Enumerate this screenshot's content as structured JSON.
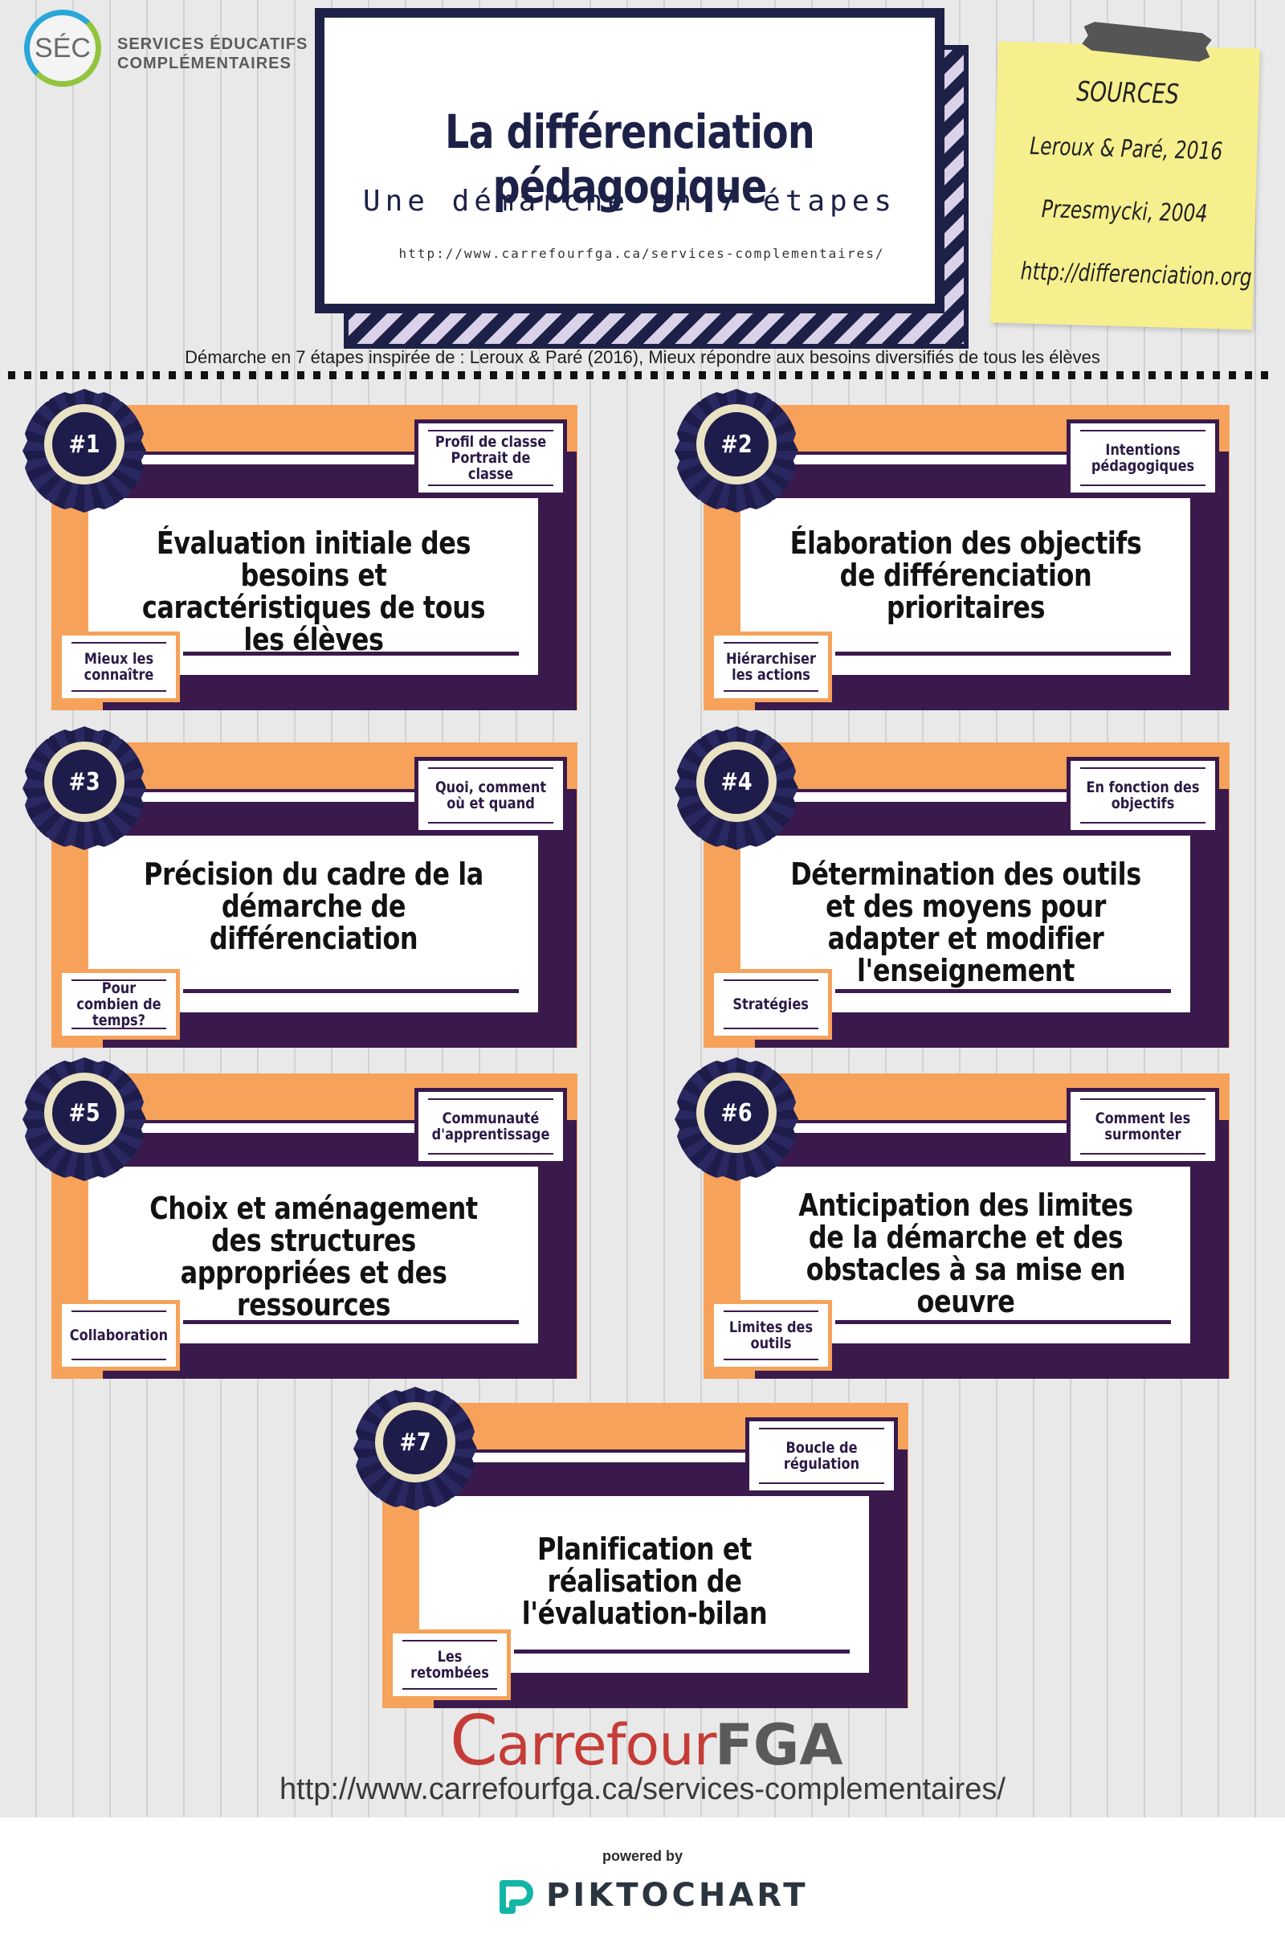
{
  "header": {
    "logo_abbr": "SÉC",
    "logo_line1": "SERVICES ÉDUCATIFS",
    "logo_line2": "COMPLÉMENTAIRES",
    "title": "La différenciation pédagogique",
    "subtitle": "Une démarche en 7 étapes",
    "url": "http://www.carrefourfga.ca/services-complementaires/"
  },
  "sources": {
    "heading": "SOURCES",
    "lines": [
      "Leroux & Paré, 2016",
      "Przesmycki, 2004",
      "http://differenciation.org"
    ]
  },
  "intro": "Démarche en 7 étapes inspirée de : Leroux & Paré (2016), Mieux répondre aux besoins diversifiés de tous les élèves",
  "steps": [
    {
      "num": "#1",
      "title": "Évaluation initiale des besoins et caractéristiques de tous les élèves",
      "tag_top": "Profil de classe Portrait de classe",
      "tag_bottom": "Mieux les connaître"
    },
    {
      "num": "#2",
      "title": "Élaboration des objectifs de différenciation prioritaires",
      "tag_top": "Intentions pédagogiques",
      "tag_bottom": "Hiérarchiser les actions"
    },
    {
      "num": "#3",
      "title": "Précision du cadre de la démarche de différenciation",
      "tag_top": "Quoi, comment où et quand",
      "tag_bottom": "Pour combien de temps?"
    },
    {
      "num": "#4",
      "title": "Détermination des outils et des moyens pour adapter et modifier l'enseignement",
      "tag_top": "En fonction des objectifs",
      "tag_bottom": "Stratégies"
    },
    {
      "num": "#5",
      "title": "Choix et aménagement des structures appropriées et des ressources",
      "tag_top": "Communauté d'apprentissage",
      "tag_bottom": "Collaboration"
    },
    {
      "num": "#6",
      "title": "Anticipation des limites de la démarche et des obstacles à sa mise en oeuvre",
      "tag_top": "Comment les surmonter",
      "tag_bottom": "Limites des outils"
    },
    {
      "num": "#7",
      "title": "Planification et réalisation de l'évaluation-bilan",
      "tag_top": "Boucle de régulation",
      "tag_bottom": "Les retombées"
    }
  ],
  "footer": {
    "logo_c": "C",
    "logo_carrefour": "arrefour",
    "logo_fga": "FGA",
    "url": "http://www.carrefourfga.ca/services-complementaires/",
    "powered_by": "powered by",
    "brand": "PIKTOCHART"
  },
  "colors": {
    "navy": "#1e2147",
    "orange": "#f6a25b",
    "purple": "#3a1a4d",
    "note": "#f6ef8e",
    "carrefour_red": "#c53c37"
  }
}
